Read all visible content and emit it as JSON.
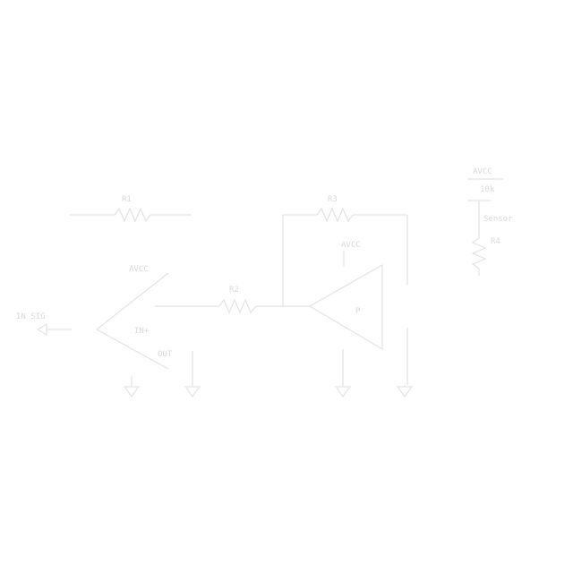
{
  "schematic": {
    "line_color": "#e3e3e3",
    "text_color": "#d9d9d9",
    "labels": {
      "r1": "R1",
      "r2": "R2",
      "r3": "R3",
      "vcc": "AVCC",
      "amp1_label": "AVCC",
      "amp1_out": "OUT",
      "amp1_in": "IN+",
      "amp2_ref": "AVCC",
      "amp2_pin": "P",
      "source": "IN SIG",
      "sensor_top": "AVCC",
      "sensor_val": "10k",
      "sensor_name": "Sensor",
      "r4": "R4"
    }
  }
}
